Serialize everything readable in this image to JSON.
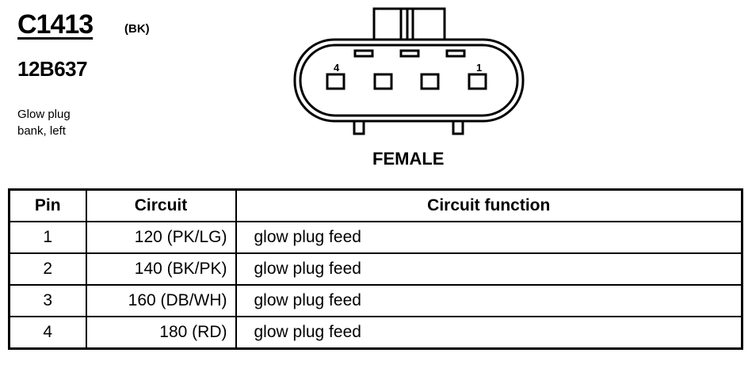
{
  "connector": {
    "id": "C1413",
    "color_code": "(BK)",
    "part_number": "12B637",
    "description_lines": [
      "Glow plug",
      "bank, left"
    ],
    "gender": "FEMALE",
    "pin_labels": {
      "left": "4",
      "right": "1"
    }
  },
  "table": {
    "headers": {
      "pin": "Pin",
      "circuit": "Circuit",
      "function": "Circuit function"
    },
    "rows": [
      {
        "pin": "1",
        "circuit": "120 (PK/LG)",
        "function": "glow plug feed"
      },
      {
        "pin": "2",
        "circuit": "140 (BK/PK)",
        "function": "glow plug feed"
      },
      {
        "pin": "3",
        "circuit": "160 (DB/WH)",
        "function": "glow plug feed"
      },
      {
        "pin": "4",
        "circuit": "180 (RD)",
        "function": "glow plug feed"
      }
    ]
  }
}
